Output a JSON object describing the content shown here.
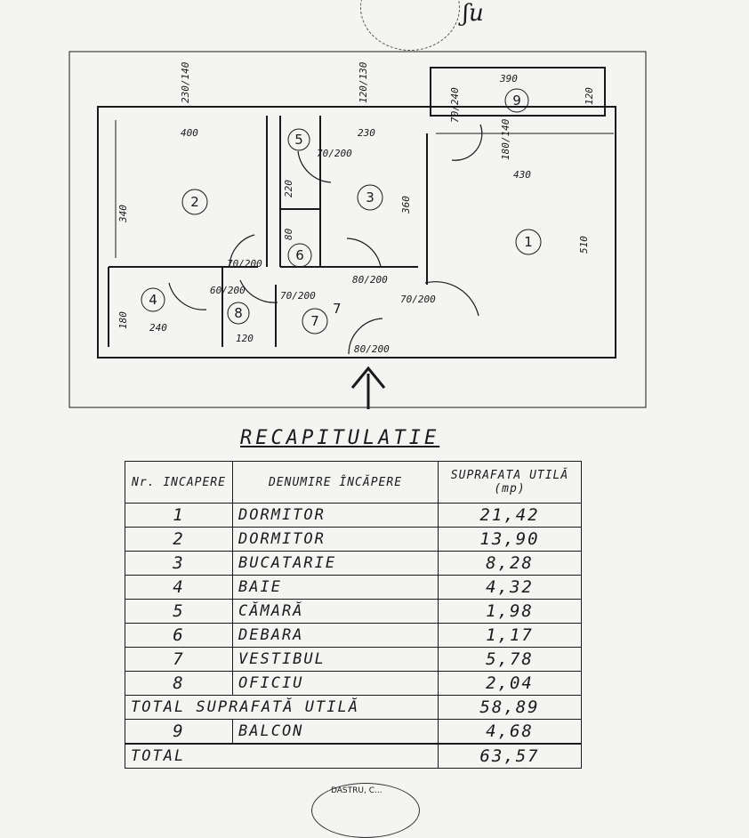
{
  "plan": {
    "dims": {
      "top_left_v": "230/140",
      "top_mid_v": "120/130",
      "balcony_w": "390",
      "balcony_d": "120",
      "balcony_door": "70/240",
      "room2_w": "400",
      "room2_h": "340",
      "room5_door": "70/200",
      "room5_h": "220",
      "room3_w": "230",
      "room3_h": "360",
      "room1_door": "180/140",
      "room1_w": "430",
      "room1_h": "510",
      "room6_h": "80",
      "door_r2": "70/200",
      "door_r3": "80/200",
      "door_r4": "60/200",
      "door_r8": "70/200",
      "door_r1": "70/200",
      "room4_h": "180",
      "room4_w": "240",
      "room8_w": "120",
      "entry_door": "80/200"
    },
    "rooms": [
      "1",
      "2",
      "3",
      "4",
      "5",
      "6",
      "7",
      "8",
      "9"
    ],
    "vestibul_label": "7"
  },
  "recap": {
    "title": "RECAPITULATIE",
    "headers": {
      "nr": "Nr. INCAPERE",
      "name": "DENUMIRE ÎNCĂPERE",
      "area": "SUPRAFATA UTILĂ (mp)"
    },
    "rows": [
      {
        "nr": "1",
        "name": "DORMITOR",
        "area": "21,42"
      },
      {
        "nr": "2",
        "name": "DORMITOR",
        "area": "13,90"
      },
      {
        "nr": "3",
        "name": "BUCATARIE",
        "area": "8,28"
      },
      {
        "nr": "4",
        "name": "BAIE",
        "area": "4,32"
      },
      {
        "nr": "5",
        "name": "CĂMARĂ",
        "area": "1,98"
      },
      {
        "nr": "6",
        "name": "DEBARA",
        "area": "1,17"
      },
      {
        "nr": "7",
        "name": "VESTIBUL",
        "area": "5,78"
      },
      {
        "nr": "8",
        "name": "OFICIU",
        "area": "2,04"
      }
    ],
    "subtotal": {
      "label": "TOTAL SUPRAFATĂ UTILĂ",
      "area": "58,89"
    },
    "balcony": {
      "nr": "9",
      "name": "BALCON",
      "area": "4,68"
    },
    "total": {
      "label": "TOTAL",
      "area": "63,57"
    }
  },
  "stamp_bottom_text": "DASTRU, C..."
}
